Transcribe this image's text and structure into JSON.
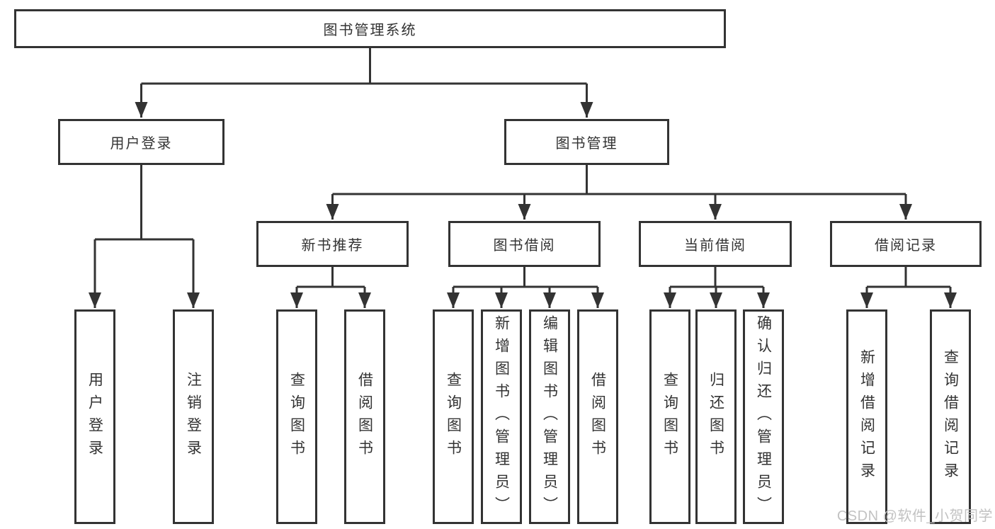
{
  "diagram": {
    "nodes": {
      "root": "图书管理系统",
      "user_login": "用户登录",
      "book_management": "图书管理",
      "new_book_recommend": "新书推荐",
      "book_borrowing": "图书借阅",
      "current_borrowing": "当前借阅",
      "borrow_records": "借阅记录",
      "leaf_user_login": "用户登录",
      "leaf_logout": "注销登录",
      "recommend_query_books": "查询图书",
      "recommend_borrow_books": "借阅图书",
      "borrowing_query_books": "查询图书",
      "borrowing_add_books_admin": "新增图书（管理员）",
      "borrowing_edit_books_admin": "编辑图书（管理员）",
      "borrowing_borrow_books": "借阅图书",
      "current_query_books": "查询图书",
      "current_return_books": "归还图书",
      "current_confirm_return_admin": "确认归还（管理员）",
      "records_add_borrow_record": "新增借阅记录",
      "records_query_borrow_record": "查询借阅记录"
    },
    "colors": {
      "line": "#333333",
      "text": "#333333",
      "box_background": "#ffffff",
      "watermark_text": "#c2c2c2",
      "background": "#ffffff"
    }
  },
  "watermark": "CSDN @软件_小贺同学"
}
